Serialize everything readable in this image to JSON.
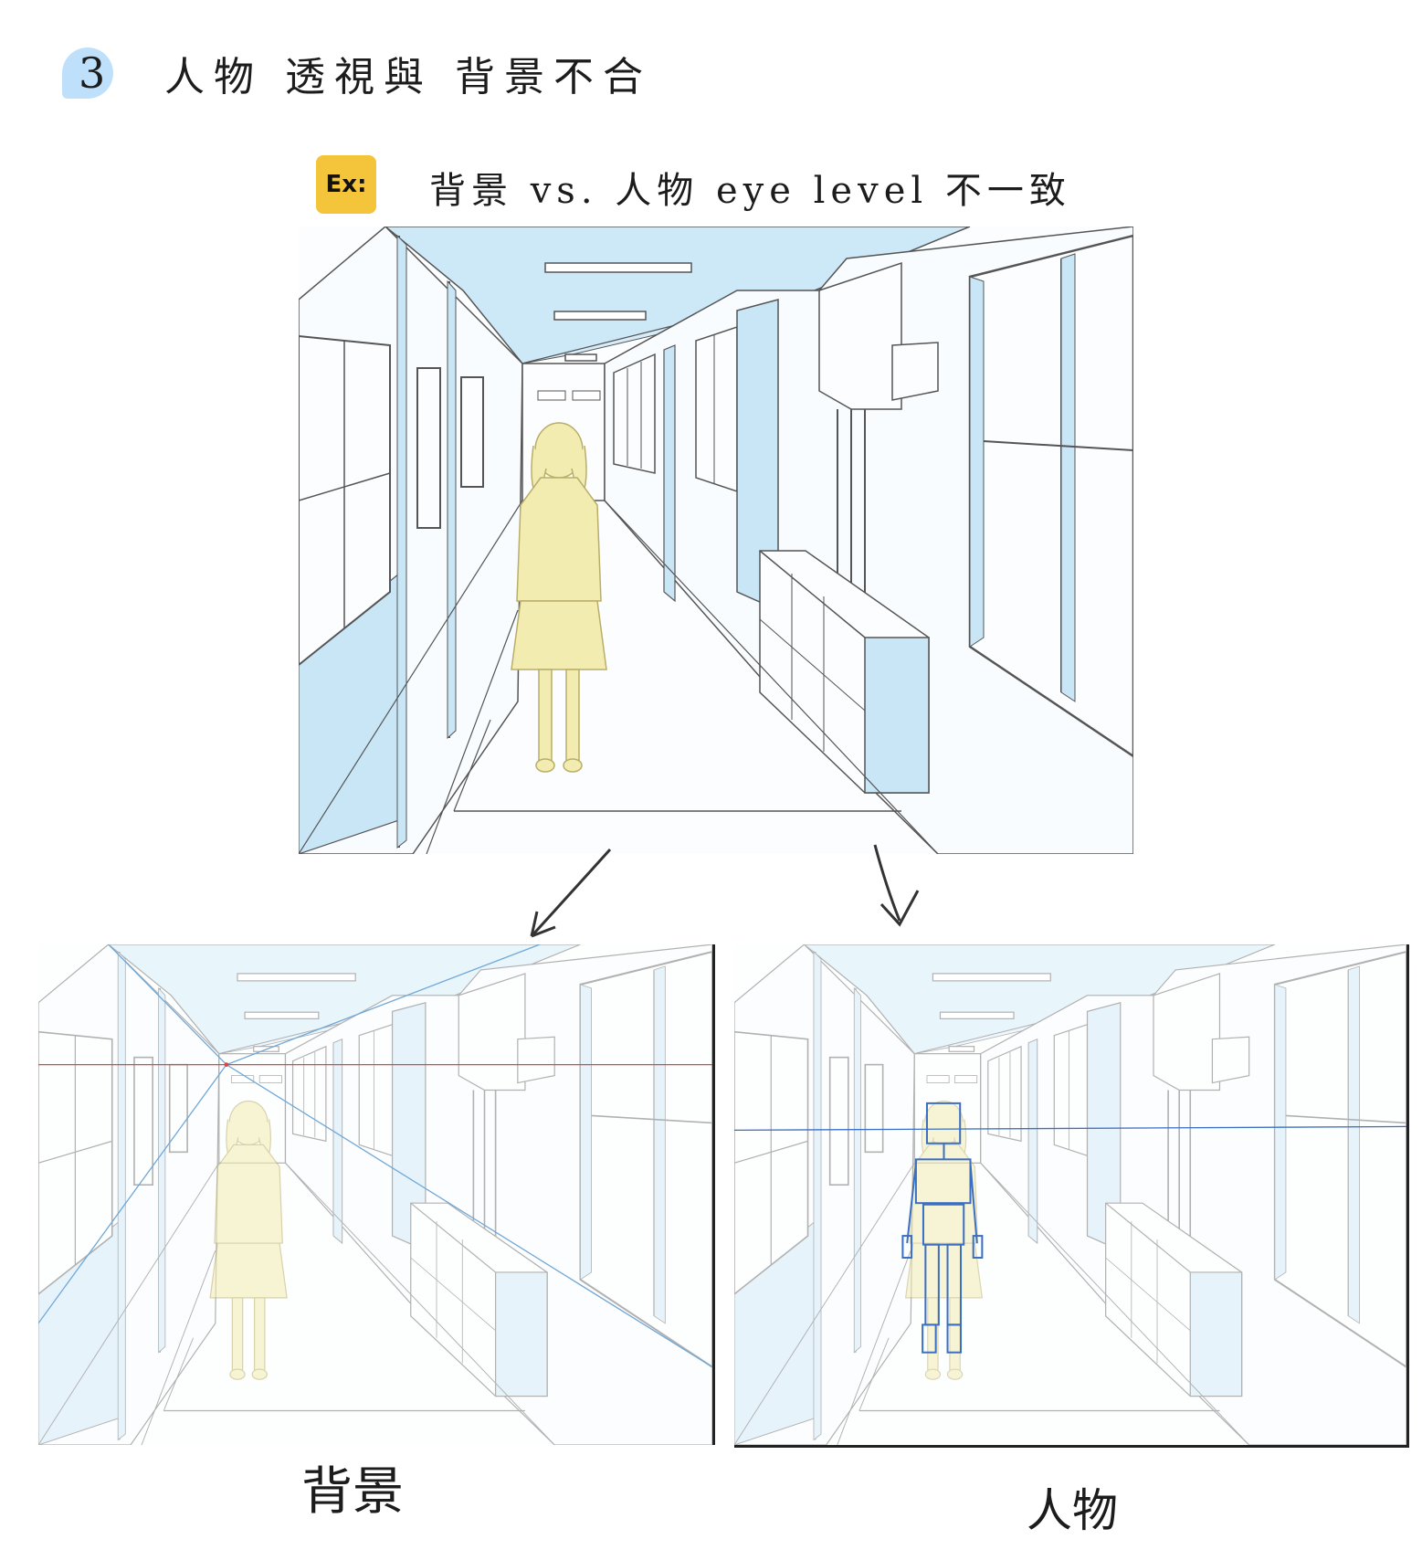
{
  "header": {
    "number": "3",
    "title": "人物 透視與 背景不合"
  },
  "example": {
    "badge": "Ex:",
    "text": "背景 vs. 人物 eye level 不一致"
  },
  "captions": {
    "background": "背景",
    "character": "人物"
  },
  "colors": {
    "badge_blue": "#bfe0fb",
    "badge_yellow": "#f4c53a",
    "wall_blue": "#c9e6f7",
    "figure_yellow": "#f3ecb0",
    "horizon_red": "#d24a4a",
    "horizon_blue": "#3b6fc2"
  }
}
